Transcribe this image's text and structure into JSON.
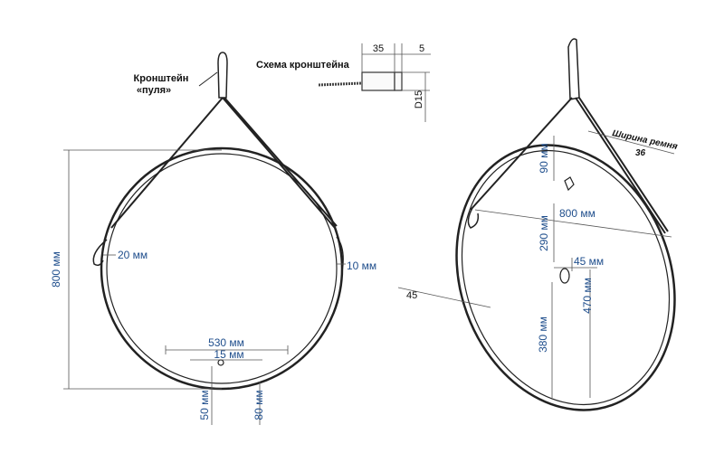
{
  "labels": {
    "bracket_name_line1": "Кронштейн",
    "bracket_name_line2": "«пуля»",
    "bracket_scheme": "Схема кронштейна",
    "strap_width": "Ширина ремня",
    "strap_width_value": "36"
  },
  "dims_left": {
    "total_height": "800 мм",
    "strap_loop": "20 мм",
    "side_strap": "10 мм",
    "inner_diameter": "530 мм",
    "bottom_gap": "15 мм",
    "bottom_left": "50 мм",
    "bottom_right": "80 мм"
  },
  "dims_scheme": {
    "length": "35",
    "head": "5",
    "diameter": "D15"
  },
  "dims_right": {
    "top": "90 мм",
    "width": "800 мм",
    "to_hook": "290 мм",
    "hook_offset": "45 мм",
    "hook_to_bottom": "470 мм",
    "lower": "380 мм",
    "thickness": "45"
  }
}
